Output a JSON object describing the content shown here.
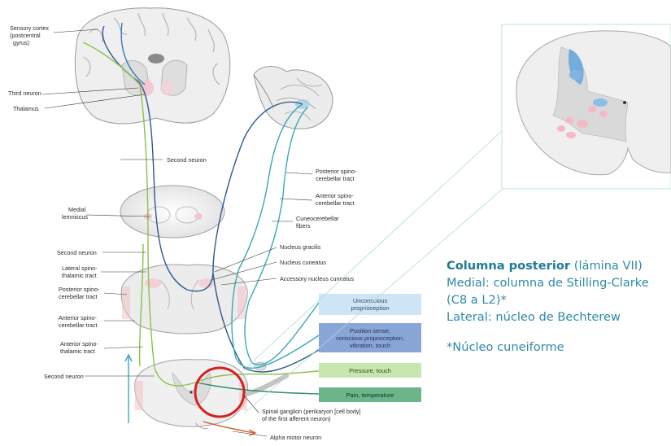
{
  "labels": {
    "sensory_cortex": [
      "Sensory cortex",
      "(postcentral",
      "gyrus)"
    ],
    "third_neuron": "Third neuron",
    "thalamus": "Thalamus",
    "second_neuron_top": "Second neuron",
    "medial_lemniscus": [
      "Medial",
      "lemniscus"
    ],
    "second_neuron_mid": "Second neuron",
    "lateral_spinothalamic": [
      "Lateral spino-",
      "thalamic tract"
    ],
    "posterior_spinocerebellar_left": [
      "Posterior spino-",
      "cerebellar tract"
    ],
    "anterior_spinocerebellar_left": [
      "Anterior spino-",
      "cerebellar tract"
    ],
    "anterior_spinothalamic": [
      "Anterior spino-",
      "thalamic tract"
    ],
    "second_neuron_low": "Second neuron",
    "posterior_spinocerebellar_right": [
      "Posterior spino-",
      "cerebellar tract"
    ],
    "anterior_spinocerebellar_right": [
      "Anterior spino-",
      "cerebellar tract"
    ],
    "cuneocerebellar": [
      "Cuneocerebellar",
      "fibers"
    ],
    "nucleus_gracilis": "Nucleus gracilis",
    "nucleus_cuneatus": "Nucleus cuneatus",
    "accessory_nucleus": "Accessory nucleus cuneatus",
    "spinal_ganglion": [
      "Spinal ganglion (perikaryon [cell body]",
      "of the first afferent neuron)"
    ],
    "alpha_motor": "Alpha motor neuron"
  },
  "boxes": {
    "unconscious": [
      "Unconscious",
      "proprioception"
    ],
    "position": [
      "Position sense,",
      "conscious proprioception,",
      "vibration, touch"
    ],
    "pressure": "Pressure, touch",
    "pain": "Pain, temperature"
  },
  "notes": {
    "title_bold": "Columna posterior",
    "title_rest": " (lámina VII)",
    "line2": "Medial: columna de Stilling-Clarke",
    "line3": "(C8 a L2)*",
    "line4": "Lateral: núcleo de Bechterew",
    "line5": "*Núcleo cuneiforme"
  },
  "colors": {
    "tract_blue": "#3a78b8",
    "tract_teal": "#3aa8b8",
    "tract_green": "#8cc04a",
    "tract_dark": "#2d5a8a",
    "highlight_red": "#d42020",
    "box_light_blue": "#cfe4f5",
    "box_blue": "#8aa6d6",
    "box_light_green": "#c8e6b0",
    "box_green": "#6cb58a",
    "notes_text": "#2e8aa6"
  }
}
